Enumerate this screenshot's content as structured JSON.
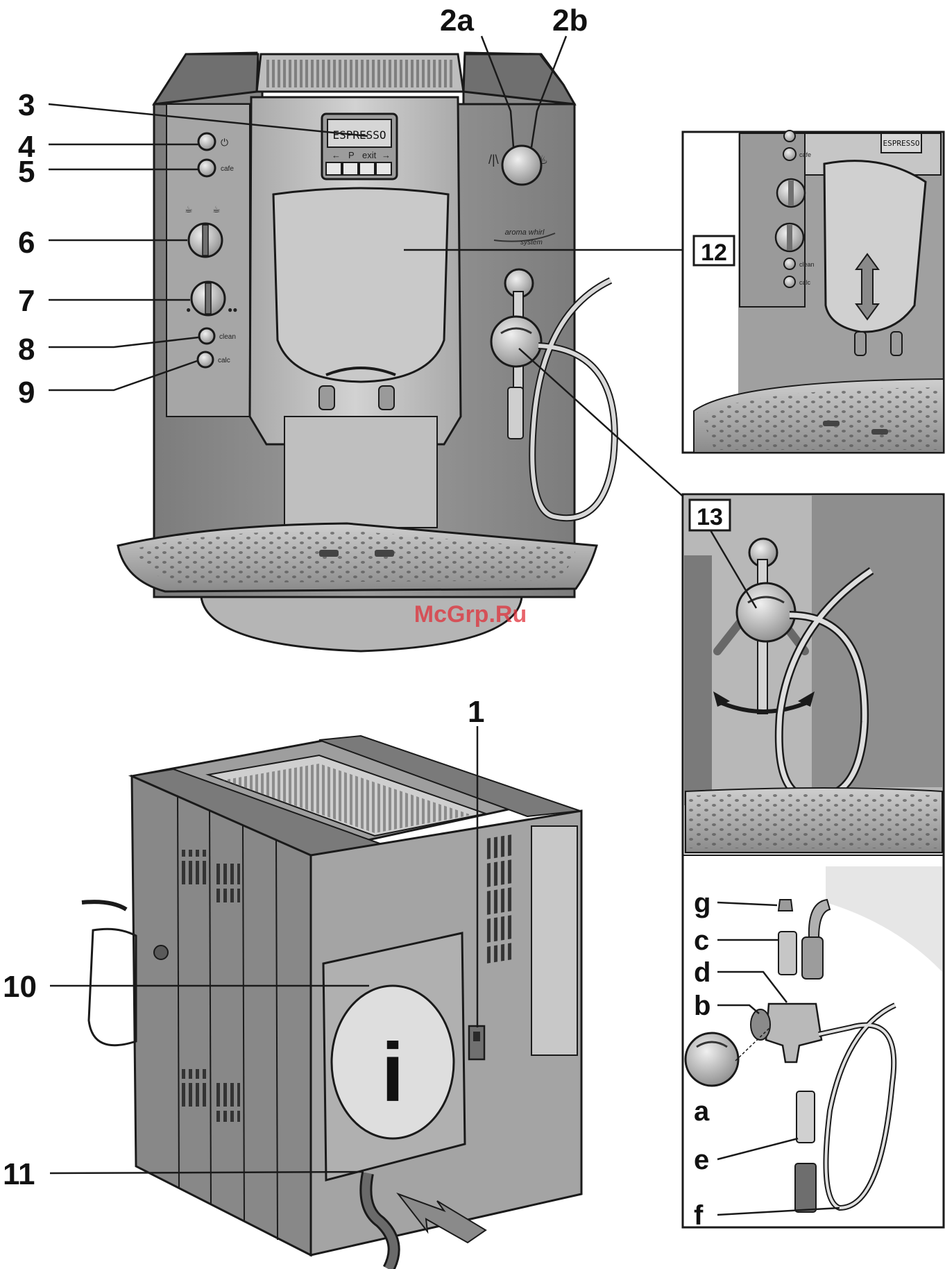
{
  "callouts": {
    "c1": "1",
    "c2a": "2a",
    "c2b": "2b",
    "c3": "3",
    "c4": "4",
    "c5": "5",
    "c6": "6",
    "c7": "7",
    "c8": "8",
    "c9": "9",
    "c10": "10",
    "c11": "11",
    "c12": "12",
    "c13": "13",
    "ca": "a",
    "cb": "b",
    "cc": "c",
    "cd": "d",
    "ce": "e",
    "cf": "f",
    "cg": "g"
  },
  "panel_labels": {
    "cafe": "cafe",
    "clean": "clean",
    "calc": "calc",
    "aroma": "aroma whirl",
    "aroma_sub": "system",
    "display_text": "ESPRESSO",
    "display_left": "←",
    "display_p": "P",
    "display_exit": "exit",
    "display_right": "→",
    "inset_cafe": "cafe",
    "inset_clean": "clean",
    "inset_calc": "calc",
    "inset_display": "ESPRESSO",
    "info_symbol": "i"
  },
  "watermark": "McGrp.Ru",
  "colors": {
    "body": "#9a9a9a",
    "body_dark": "#6e6e6e",
    "body_light": "#c4c4c4",
    "panel": "#b3b3b3",
    "outline": "#1a1a1a",
    "watermark": "#e0303a"
  }
}
